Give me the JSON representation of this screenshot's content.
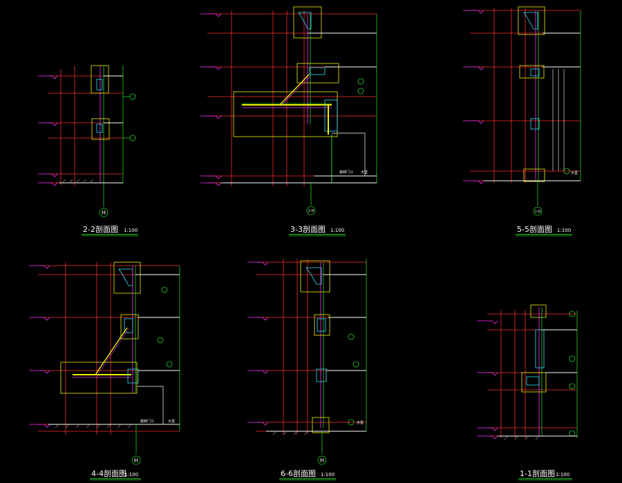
{
  "drawing": {
    "background": "#000000",
    "colors": {
      "red": "#ff2a2a",
      "green": "#25d025",
      "yellow": "#f3f300",
      "magenta": "#ff30ff",
      "cyan": "#30e6ff",
      "white": "#ffffff",
      "grey": "#9a9a9a",
      "title_underline": "#22c422"
    },
    "sections": [
      {
        "id": "sec-2-2",
        "title": "2-2剖面图",
        "scale": "1:100",
        "axis": "H"
      },
      {
        "id": "sec-3-3",
        "title": "3-3剖面图",
        "scale": "1:100",
        "axis": "1-D"
      },
      {
        "id": "sec-5-5",
        "title": "5-5剖面图",
        "scale": "1:100",
        "axis": "1-D"
      },
      {
        "id": "sec-4-4",
        "title": "4-4剖面图",
        "scale": "1:100",
        "axis": "H"
      },
      {
        "id": "sec-6-6",
        "title": "6-6剖面图",
        "scale": "1:100",
        "axis": "H"
      },
      {
        "id": "sec-1-1",
        "title": "1-1剖面图",
        "scale": "1:100",
        "axis": ""
      }
    ],
    "notes": {
      "lobby": "大堂",
      "revolving_door": "旋转门斗"
    }
  }
}
